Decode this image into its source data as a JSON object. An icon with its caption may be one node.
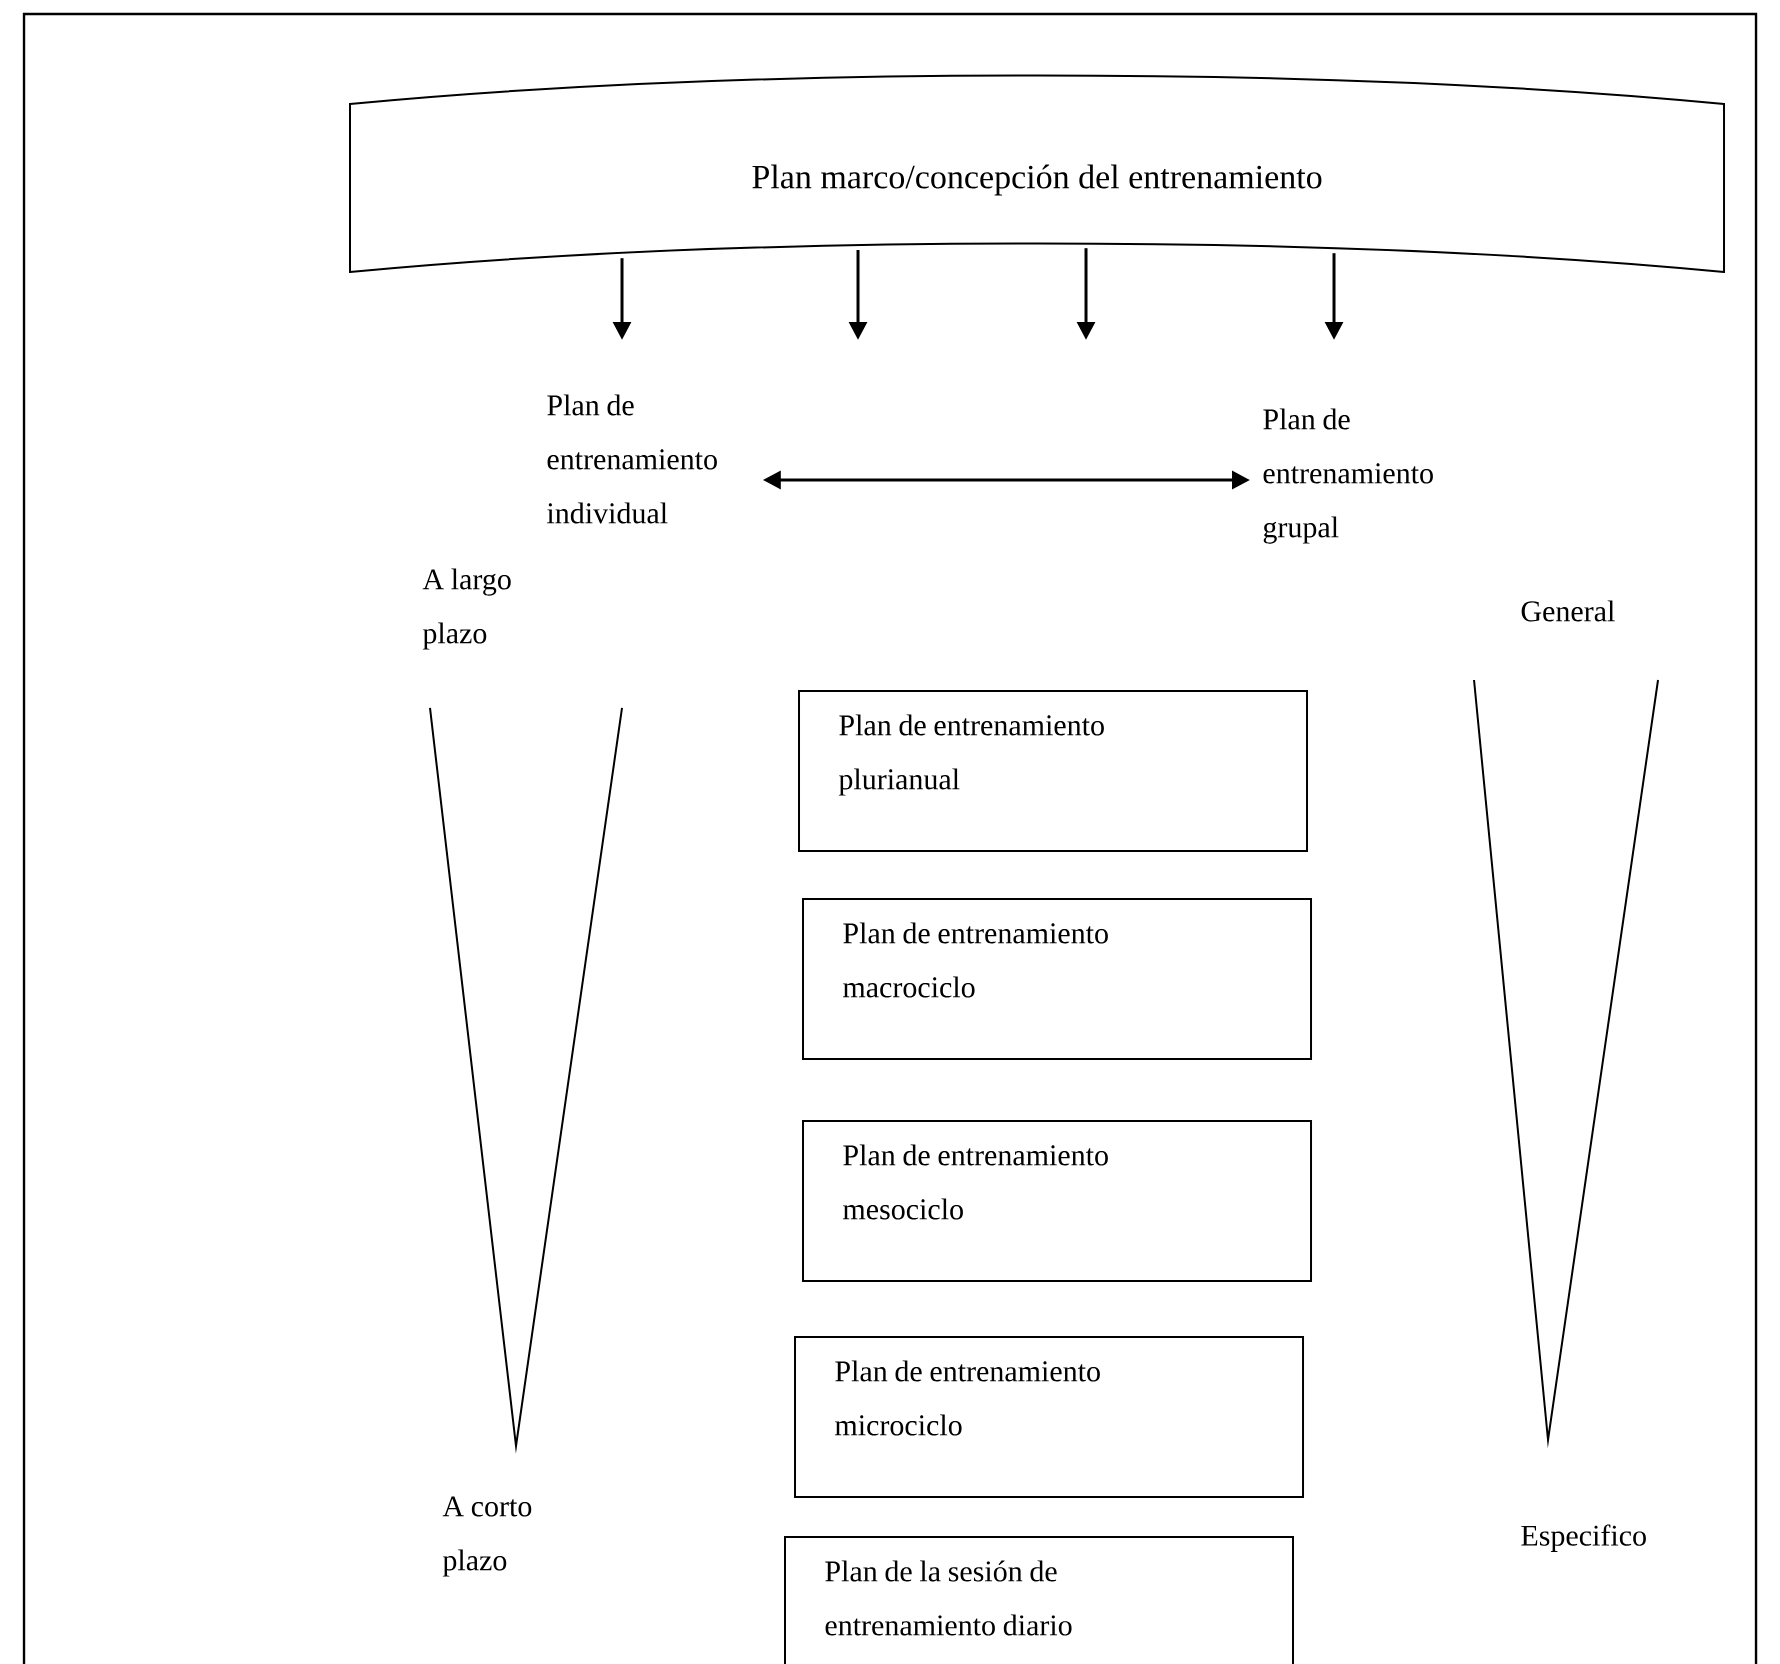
{
  "diagram": {
    "nodes": [
      {
        "text": [
          "Plan marco/concepción del entrenamiento"
        ]
      },
      {
        "text": [
          "Plan de entrenamiento individual"
        ]
      },
      {
        "text": [
          "Plan de entrenamiento grupal"
        ]
      },
      {
        "text": [
          "Plan de entrenamiento plurianual"
        ]
      },
      {
        "text": [
          "Plan de entrenamiento macrociclo"
        ]
      },
      {
        "text": [
          "Plan de entrenamiento mesociclo"
        ]
      },
      {
        "text": [
          "Plan de entrenamiento microciclo"
        ]
      },
      {
        "text": [
          "Plan de la sesión de entrenamiento diario"
        ]
      }
    ],
    "edges": [
      {
        "from": 0,
        "to": null,
        "arrow": "to"
      },
      {
        "from": 0,
        "to": null,
        "arrow": "to"
      },
      {
        "from": 0,
        "to": null,
        "arrow": "to"
      },
      {
        "from": 0,
        "to": null,
        "arrow": "to"
      },
      {
        "from": 1,
        "to": 2,
        "arrow": "both"
      }
    ],
    "labels": [
      "A largo plazo",
      "General",
      "A corto plazo",
      "Especifico"
    ]
  }
}
